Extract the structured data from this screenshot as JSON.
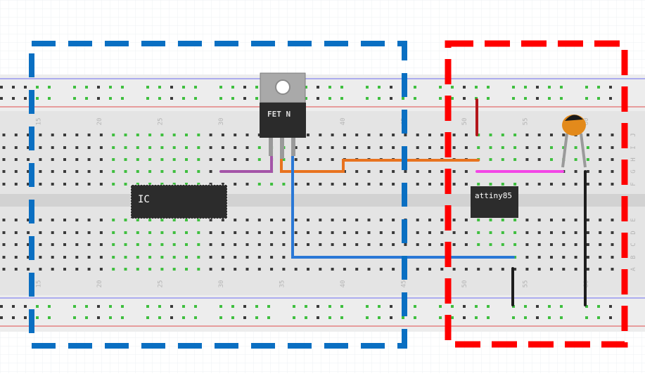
{
  "breadboard": {
    "column_numbers": [
      "15",
      "20",
      "25",
      "30",
      "35",
      "40",
      "45",
      "50",
      "55",
      "60"
    ],
    "row_letters_top": [
      "J",
      "I",
      "H",
      "G",
      "F"
    ],
    "row_letters_bottom": [
      "E",
      "D",
      "C",
      "B",
      "A"
    ]
  },
  "components": {
    "transistor_label": "FET N",
    "ic_label": "IC",
    "attiny_label": "attiny85"
  },
  "regions": {
    "left_box_color": "#0a6fc2",
    "right_box_color": "#ff0000"
  },
  "wires": {
    "purple": "#a455a8",
    "orange": "#e8731f",
    "blue": "#2a78d6",
    "red": "#b3161b",
    "magenta": "#f346e6",
    "black": "#1d1d1d"
  }
}
